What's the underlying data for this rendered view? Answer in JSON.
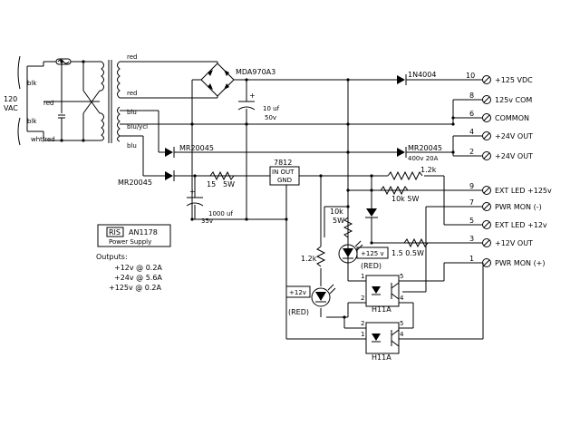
{
  "mains": {
    "voltage": "120",
    "unit": "VAC",
    "wire_blk1": "blk",
    "wire_red": "red",
    "wire_blk2": "blk",
    "wire_wht": "wht/red"
  },
  "transformer": {
    "sec1a": "red",
    "sec1b": "red",
    "sec2a": "blu",
    "sec2b": "blu/ycl",
    "sec2c": "blu"
  },
  "parts": {
    "bridge": "MDA970A3",
    "cap1_value": "10 uf",
    "cap1_voltage": "50v",
    "d1": "1N4004",
    "d2": "MR20045",
    "d3": "MR20045",
    "d4": "MR20045",
    "d4_rating": "400v 20A",
    "res_15": "15",
    "res_15_w": "5W",
    "cap2_value": "1000 uf",
    "cap2_voltage": "35v",
    "reg_name": "7812",
    "reg_pins": "IN OUT",
    "reg_gnd": "GND",
    "res_1k2a": "1.2k",
    "res_10k_h": "10k  5W",
    "res_10k_v": "10k",
    "res_10k_v_w": "5W",
    "res_1_5": "1.5  0.5W",
    "res_1k2b": "1.2k",
    "led1_label": "+125 v",
    "led1_color": "(RED)",
    "led2_label": "+12v",
    "led2_color": "(RED)",
    "opto1": "H11A",
    "opto2": "H11A",
    "p1": "1",
    "p2": "2",
    "p4": "4",
    "p5": "5",
    "q1": "1",
    "q2": "2",
    "q4": "4",
    "q5": "5"
  },
  "title_block": {
    "company": "RIS",
    "doc": "AN1178",
    "title": "Power Supply"
  },
  "outputs": {
    "heading": "Outputs:",
    "o1": "+12v  @  0.2A",
    "o2": "+24v  @  5.6A",
    "o3": "+125v  @  0.2A"
  },
  "terminals": [
    {
      "num": "10",
      "label": "+125  VDC"
    },
    {
      "num": "8",
      "label": "125v  COM"
    },
    {
      "num": "6",
      "label": "COMMON"
    },
    {
      "num": "4",
      "label": "+24V  OUT"
    },
    {
      "num": "2",
      "label": "+24V  OUT"
    },
    {
      "num": "9",
      "label": "EXT  LED  +125v"
    },
    {
      "num": "7",
      "label": "PWR  MON  (-)"
    },
    {
      "num": "5",
      "label": "EXT  LED  +12v"
    },
    {
      "num": "3",
      "label": "+12V  OUT"
    },
    {
      "num": "1",
      "label": "PWR  MON  (+)"
    }
  ]
}
